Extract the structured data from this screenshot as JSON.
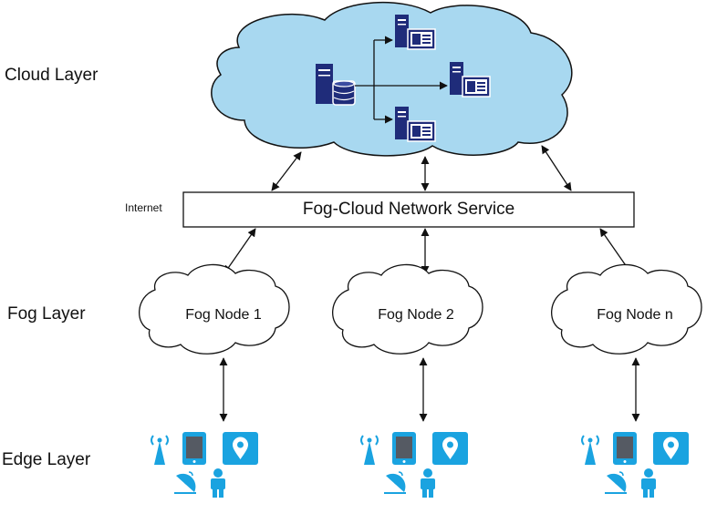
{
  "layers": {
    "cloud": "Cloud Layer",
    "fog": "Fog Layer",
    "edge": "Edge Layer"
  },
  "internet_label": "Internet",
  "network_service": "Fog-Cloud Network Service",
  "fog_nodes": [
    "Fog Node 1",
    "Fog Node 2",
    "Fog Node n"
  ],
  "colors": {
    "cloud_fill": "#a8d8f0",
    "server": "#1f2c7a",
    "device": "#1aa3e0",
    "fog_cloud_fill": "#ffffff",
    "line": "#111111"
  },
  "icons": {
    "cloud_servers": [
      "database-server-icon",
      "server-icon",
      "server-icon",
      "server-icon"
    ],
    "edge_devices": [
      "antenna-icon",
      "tablet-icon",
      "location-pin-icon",
      "satellite-dish-icon",
      "person-icon"
    ]
  }
}
